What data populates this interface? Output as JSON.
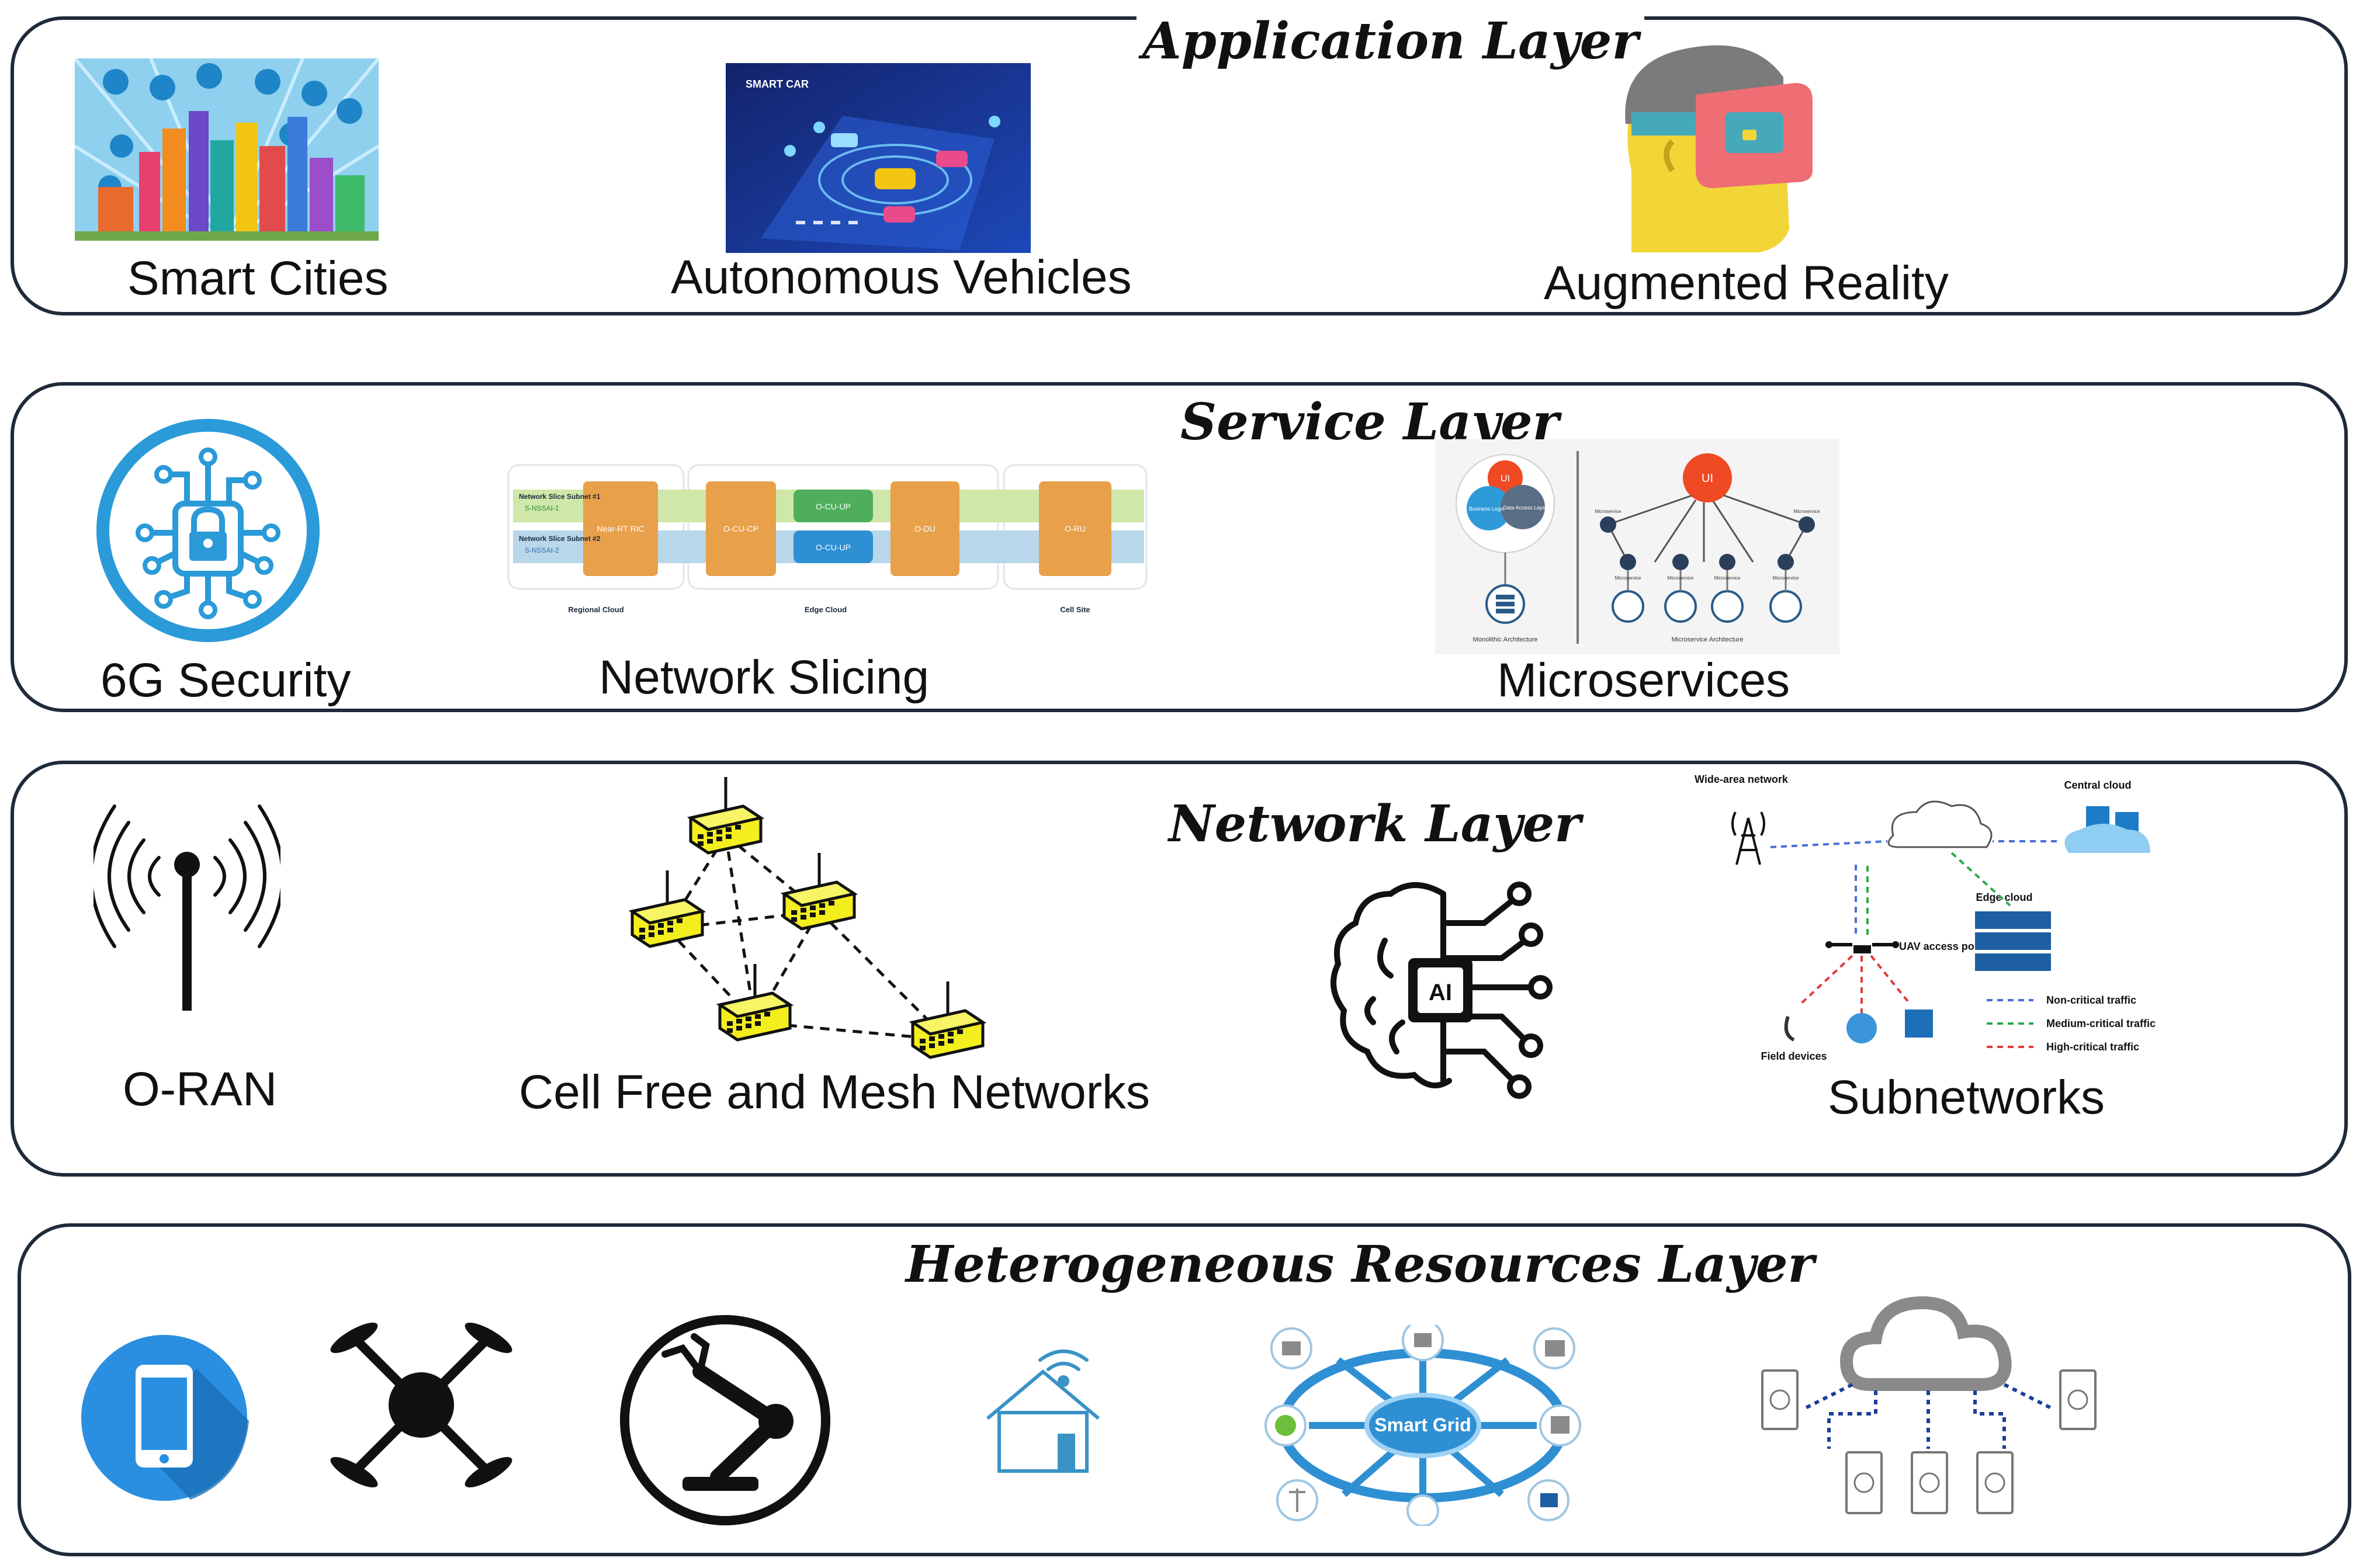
{
  "layers": [
    {
      "title": "Application Layer",
      "items": [
        "Smart Cities",
        "Autonomous Vehicles",
        "Augmented Reality"
      ]
    },
    {
      "title": "Service Layer",
      "items": [
        "6G Security",
        "Network Slicing",
        "Microservices"
      ]
    },
    {
      "title": "Network Layer",
      "items": [
        "O-RAN",
        "Cell Free and Mesh Networks",
        "Subnetworks"
      ]
    },
    {
      "title": "Heterogeneous Resources Layer",
      "items": []
    }
  ],
  "figure_text": {
    "smart_car": "SMART CAR",
    "slicing": {
      "slice1": "Network Slice Subnet #1",
      "slice1_id": "S-NSSAI-1",
      "slice2": "Network Slice Subnet #2",
      "slice2_id": "S-NSSAI-2",
      "near_rt_ric": "Near-RT RIC",
      "ocucp": "O-CU-CP",
      "ocuup": "O-CU-UP",
      "odu": "O-DU",
      "oru": "O-RU",
      "regional_cloud": "Regional Cloud",
      "edge_cloud": "Edge Cloud",
      "cell_site": "Cell Site"
    },
    "microservices": {
      "ui": "UI",
      "business_logic": "Business Logic",
      "data_access": "Data Access Layer",
      "microservice": "Microservice",
      "monolithic": "Monolithic Architecture",
      "microservice_arch": "Microservice Architecture"
    },
    "ai_chip": "AI",
    "subnetworks": {
      "wide_area": "Wide-area network",
      "central_cloud": "Central cloud",
      "edge_cloud": "Edge cloud",
      "uav": "UAV access point",
      "field": "Field devices",
      "non_critical": "Non-critical traffic",
      "medium_critical": "Medium-critical traffic",
      "high_critical": "High-critical traffic"
    },
    "smart_grid": "Smart Grid"
  },
  "colors": {
    "border": "#1f2a3a",
    "orange_block": "#e8a04a",
    "green_block": "#4fae5c",
    "blue_block": "#2f8fd3",
    "security_blue": "#2a9ad8",
    "ui_red": "#ef4a23",
    "mesh_yellow": "#f3ee1e",
    "grid_blue": "#2f8fd3",
    "non_critical": "#4a6fd6",
    "medium_critical": "#2ea84a",
    "high_critical": "#e23a3a"
  }
}
